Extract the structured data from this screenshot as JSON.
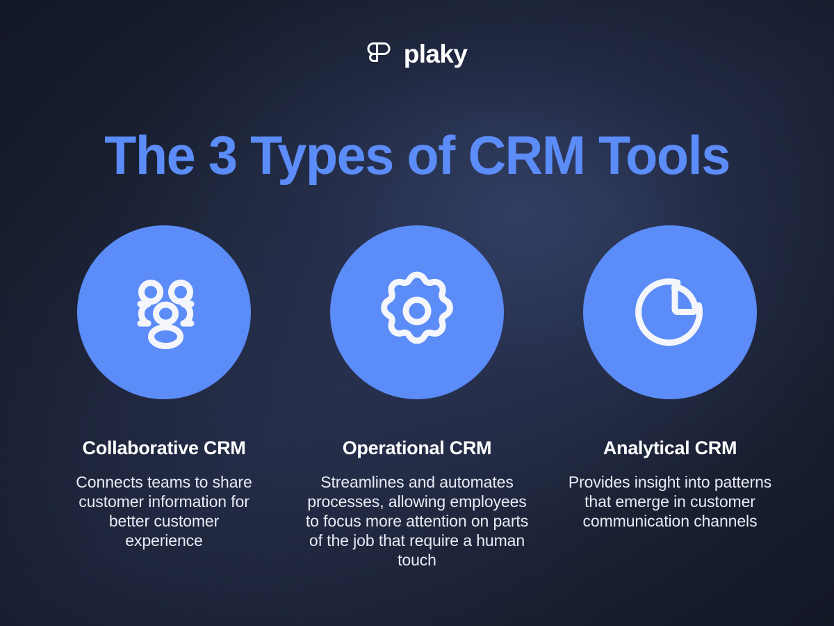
{
  "brand": {
    "logo_icon": "plaky-logo-mark",
    "name": "plaky"
  },
  "header": {
    "title": "The 3 Types of CRM Tools"
  },
  "colors": {
    "accent_blue": "#5b8cf8",
    "background_dark": "#1b2135",
    "background_light": "#26304f",
    "text_white": "#ffffff",
    "body_text": "#e9ecf5"
  },
  "cards": [
    {
      "icon": "users-group-icon",
      "heading": "Collaborative CRM",
      "body": "Connects teams to share customer information for better customer experience"
    },
    {
      "icon": "gear-icon",
      "heading": "Operational CRM",
      "body": "Streamlines and automates processes, allowing employees to focus more attention on parts of the job that require a human touch"
    },
    {
      "icon": "pie-chart-icon",
      "heading": "Analytical CRM",
      "body": "Provides insight into patterns that emerge in customer communication channels"
    }
  ]
}
